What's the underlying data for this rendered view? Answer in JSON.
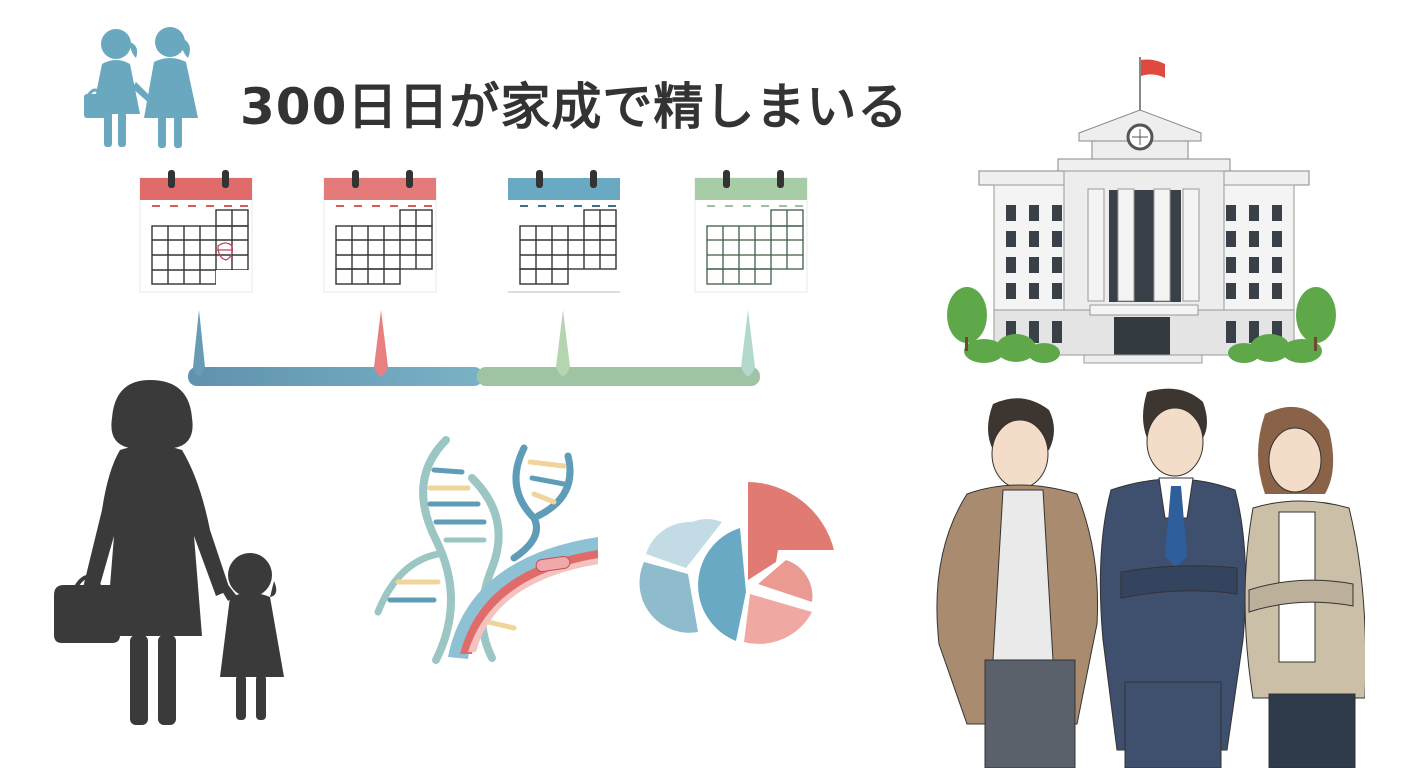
{
  "title": "300日日が家成で精しまいる",
  "colors": {
    "title_text": "#333333",
    "red": "#e06b6b",
    "blue": "#5f9cb8",
    "green": "#9cc5a0",
    "teal_figure": "#6aa8bf",
    "silhouette": "#3a3a3a",
    "flag": "#e04a3e",
    "tree": "#5ea84a"
  },
  "illustrations": {
    "children_pair": "two-children-silhouette",
    "calendars": [
      {
        "id": "calendar-1",
        "header_color": "#e06b6b",
        "marked": true
      },
      {
        "id": "calendar-2",
        "header_color": "#e57a7a",
        "marked": false
      },
      {
        "id": "calendar-3",
        "header_color": "#6aa9c4",
        "marked": false
      },
      {
        "id": "calendar-4",
        "header_color": "#a8cda6",
        "marked": false
      }
    ],
    "timeline": {
      "markers": [
        "#6a9bb5",
        "#e98080",
        "#b5d4b0",
        "#b3d8cc"
      ],
      "segments": [
        "#6a9bb5",
        "#9ec4a3"
      ]
    },
    "government_building": "government-building-with-flag-and-clock",
    "mother_child": "mother-and-child-silhouette",
    "dna_vessel": "dna-helix-and-blood-vessel",
    "pie_chart": "exploded-pie-chart",
    "business_people": "three-business-people"
  }
}
